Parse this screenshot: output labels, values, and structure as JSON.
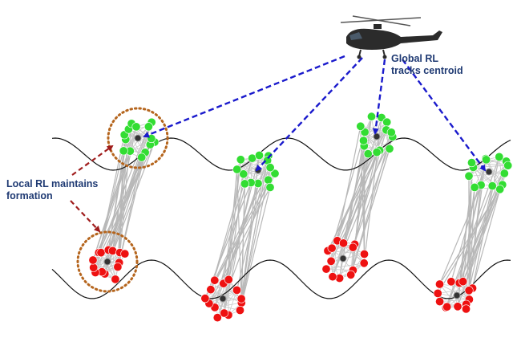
{
  "labels": {
    "local_rl": [
      "Local RL maintains",
      "formation"
    ],
    "global_rl": [
      "Global RL",
      "tracks centroid"
    ]
  },
  "colors": {
    "label_text": "#1f3a73",
    "global_arrow": "#1a1acc",
    "local_arrow": "#a01c1c",
    "highlight_ring": "#b5651d",
    "swarm_a": "#33dd33",
    "swarm_b": "#ee1111",
    "links": "#b8b8b8",
    "trajectory": "#111111",
    "helicopter": "#2b2b2b"
  },
  "swarms": [
    {
      "id": "A",
      "color_key": "swarm_a",
      "formation_count": 4,
      "agents_per_formation": 14
    },
    {
      "id": "B",
      "color_key": "swarm_b",
      "formation_count": 4,
      "agents_per_formation": 14
    }
  ],
  "highlighted_formations": [
    "A-0",
    "B-0"
  ],
  "global_rl_targets": [
    "A-0",
    "A-1",
    "A-2",
    "A-3"
  ],
  "local_rl_targets": [
    "A-0",
    "B-0"
  ],
  "icons": {
    "leader": "helicopter-icon"
  }
}
